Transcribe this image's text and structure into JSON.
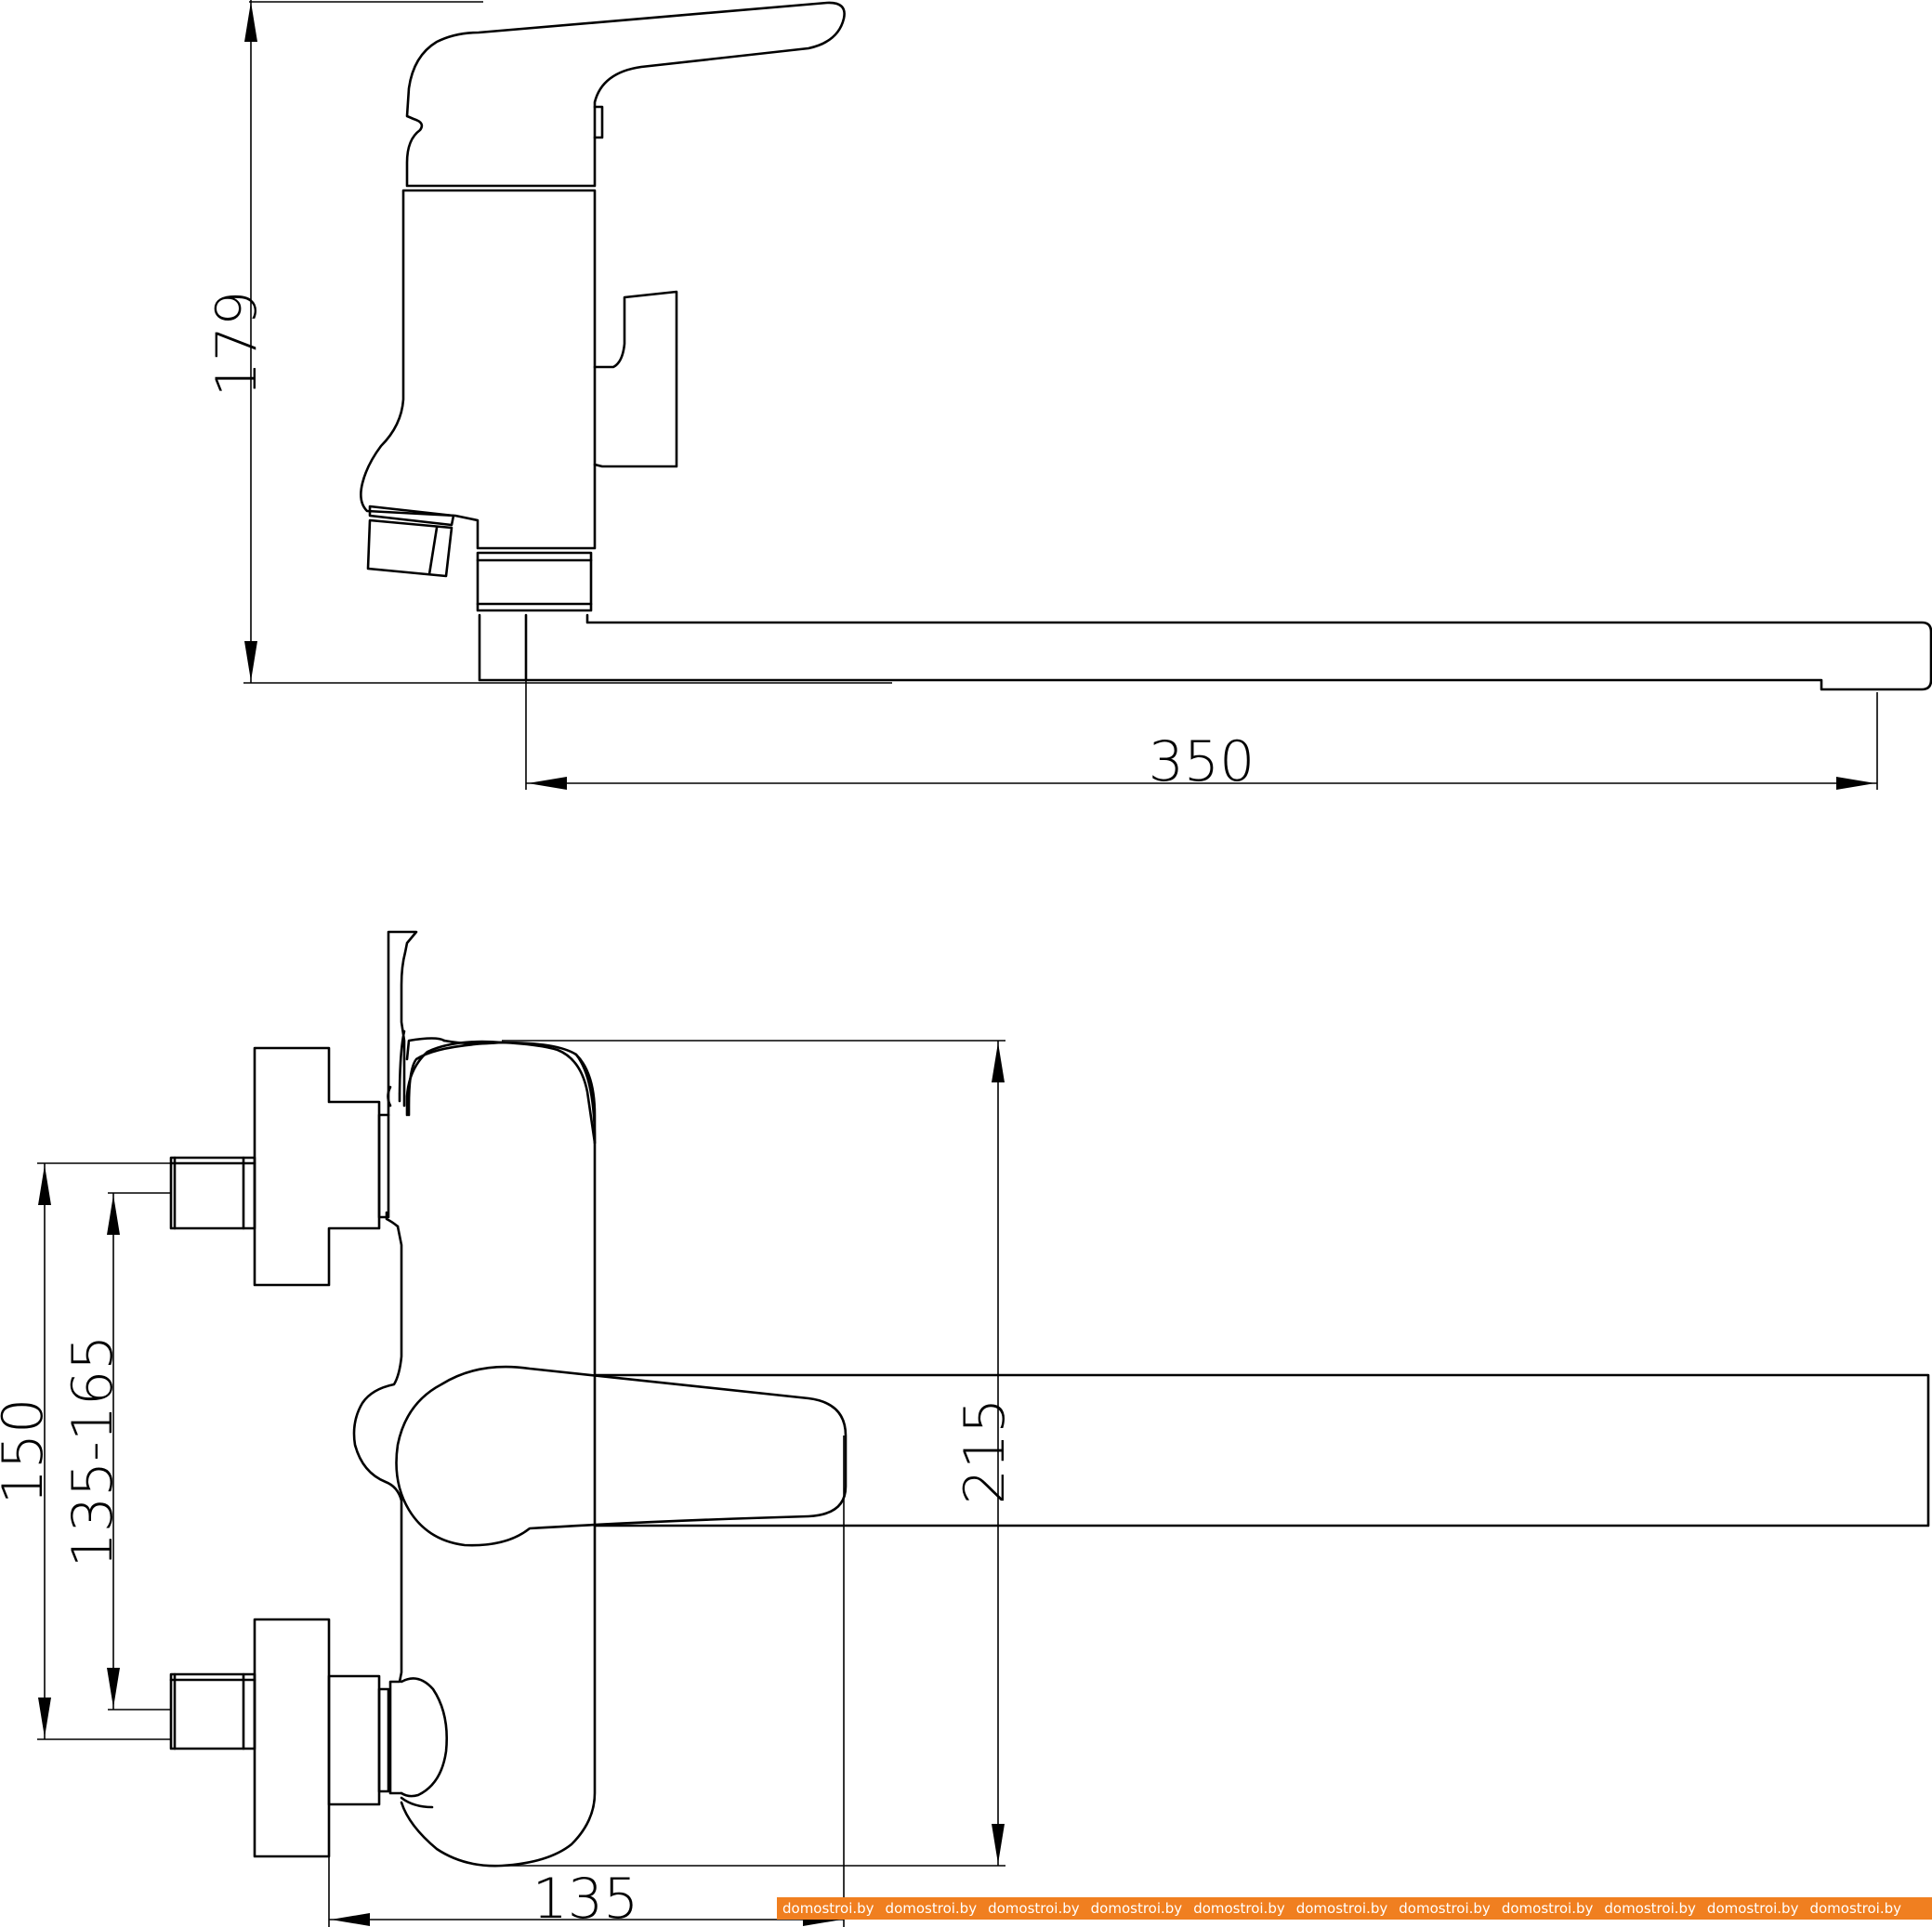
{
  "dimensions": {
    "height_side": "179",
    "spout_reach": "350",
    "total_height_front": "215",
    "max_spacing": "150",
    "spacing_range": "135-165",
    "depth": "135"
  },
  "watermark": {
    "text": "domostroi.by",
    "repeat": 11,
    "color": "#f07f20"
  }
}
